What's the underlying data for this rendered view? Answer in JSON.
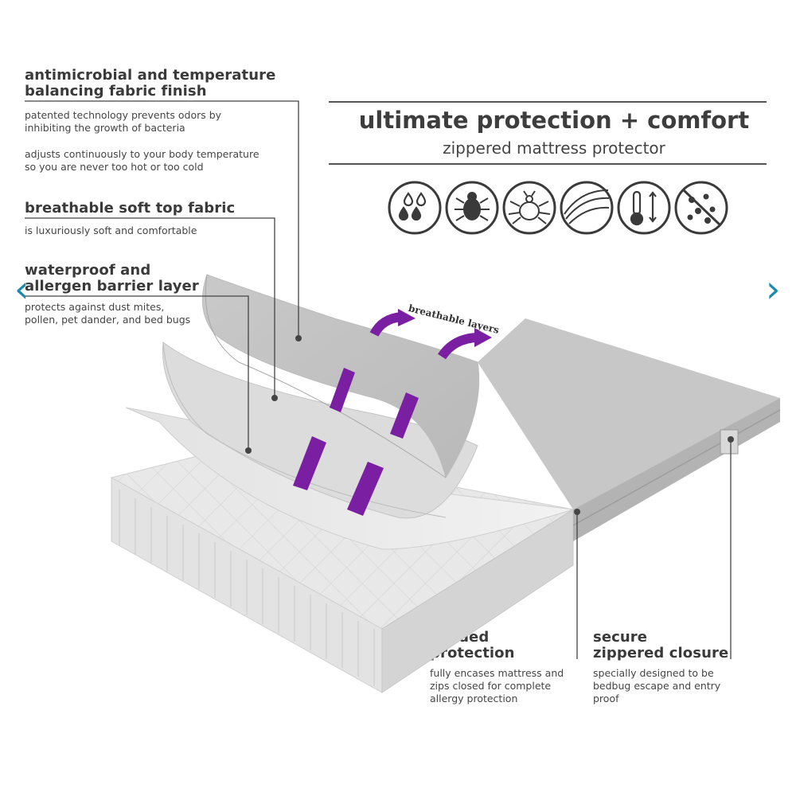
{
  "header": {
    "title": "ultimate protection + comfort",
    "subtitle": "zippered mattress protector"
  },
  "icons": [
    "waterproof-drops-icon",
    "dust-mite-icon",
    "bed-bug-icon",
    "breathable-layers-icon",
    "temperature-icon",
    "antimicrobial-icon"
  ],
  "features": {
    "antimicrobial": {
      "heading": "antimicrobial and temperature\nbalancing fabric finish",
      "text1": "patented technology prevents odors by\ninhibiting the growth of bacteria",
      "text2": "adjusts continuously to your body temperature\nso you are never too hot or too cold"
    },
    "breathable": {
      "heading": "breathable soft top fabric",
      "text": "is luxuriously soft and comfortable"
    },
    "waterproof": {
      "heading": "waterproof and\nallergen barrier layer",
      "text": "protects against dust mites,\npollen, pet dander, and bed bugs"
    },
    "six_sided": {
      "heading": "6 sided\nprotection",
      "text": "fully encases mattress and\nzips closed for complete\nallergy protection"
    },
    "zippered": {
      "heading": "secure\nzippered closure",
      "text": "specially designed to be\nbedbug escape and entry\nproof"
    }
  },
  "diagram": {
    "label": "breathable layers",
    "accent_color": "#7b1fa2"
  },
  "nav": {
    "prev": "‹",
    "next": "›"
  }
}
